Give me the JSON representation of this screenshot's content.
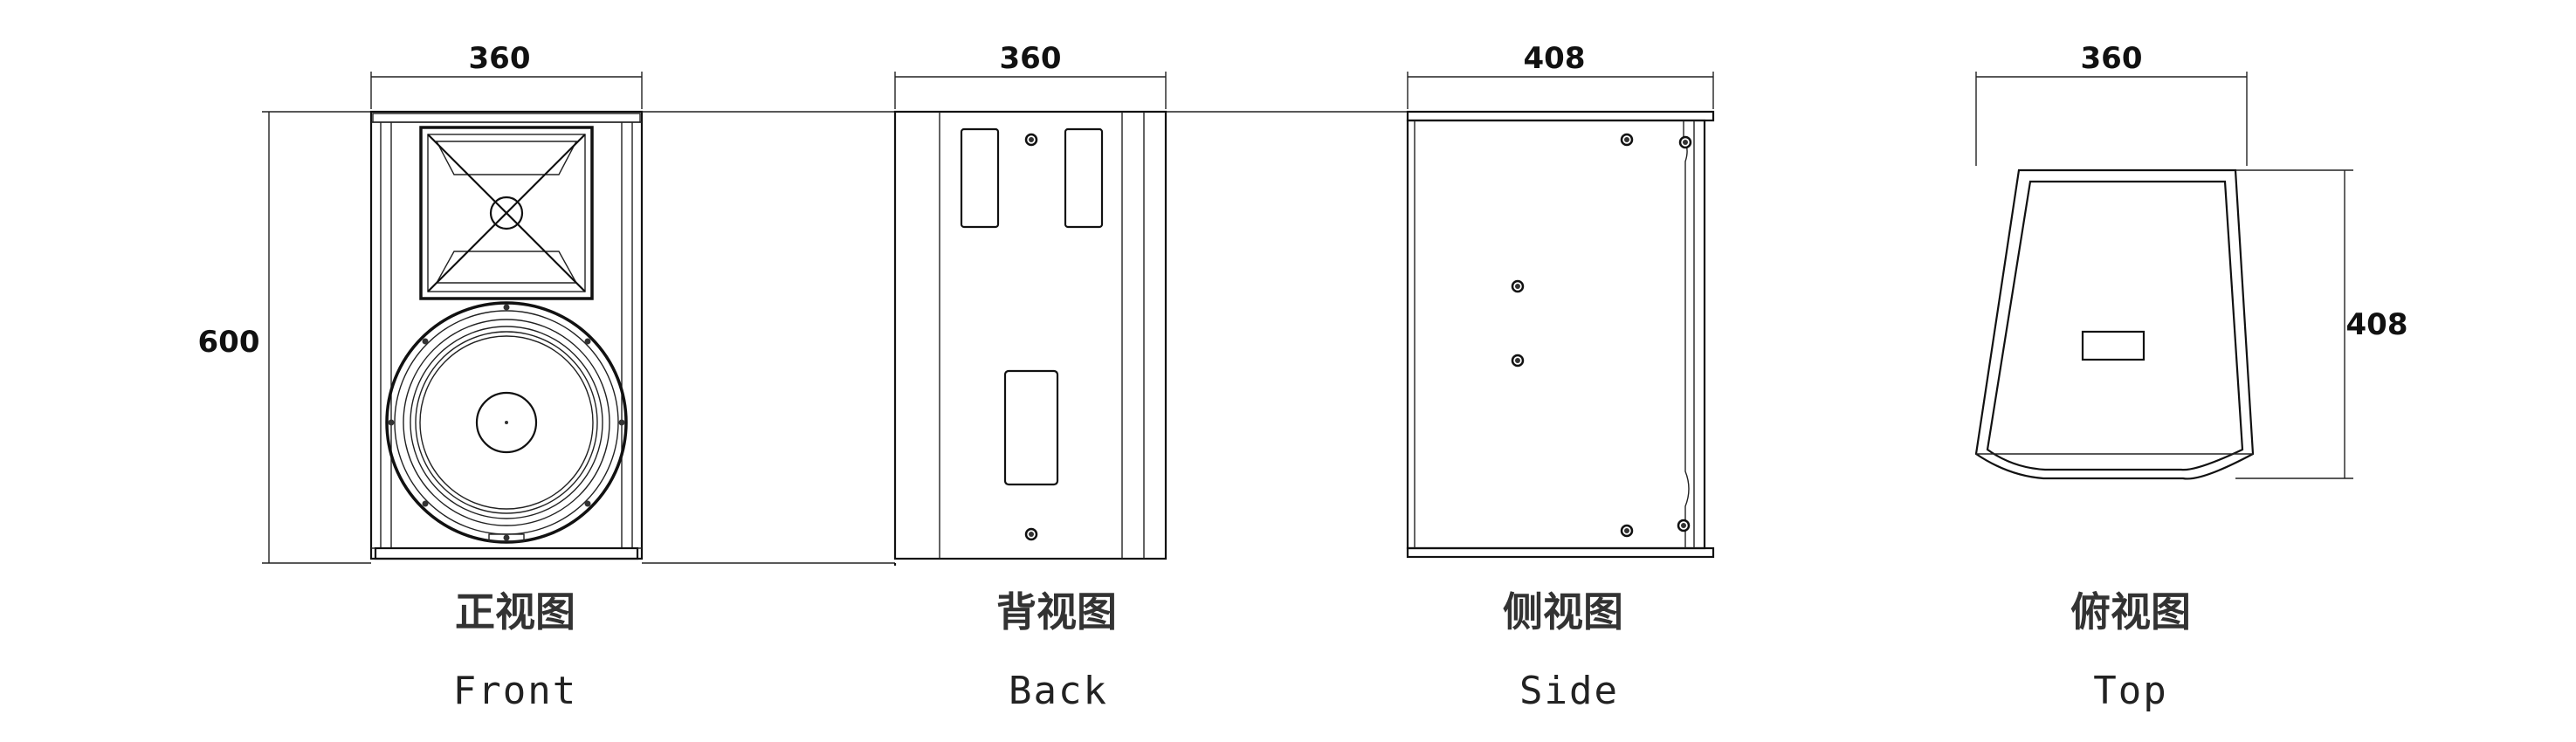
{
  "views": {
    "front": {
      "cn": "正视图",
      "en": "Front",
      "width": "360",
      "height": "600"
    },
    "back": {
      "cn": "背视图",
      "en": "Back",
      "width": "360"
    },
    "side": {
      "cn": "侧视图",
      "en": "Side",
      "depth": "408"
    },
    "top": {
      "cn": "俯视图",
      "en": "Top",
      "width": "360",
      "depth": "408"
    }
  }
}
